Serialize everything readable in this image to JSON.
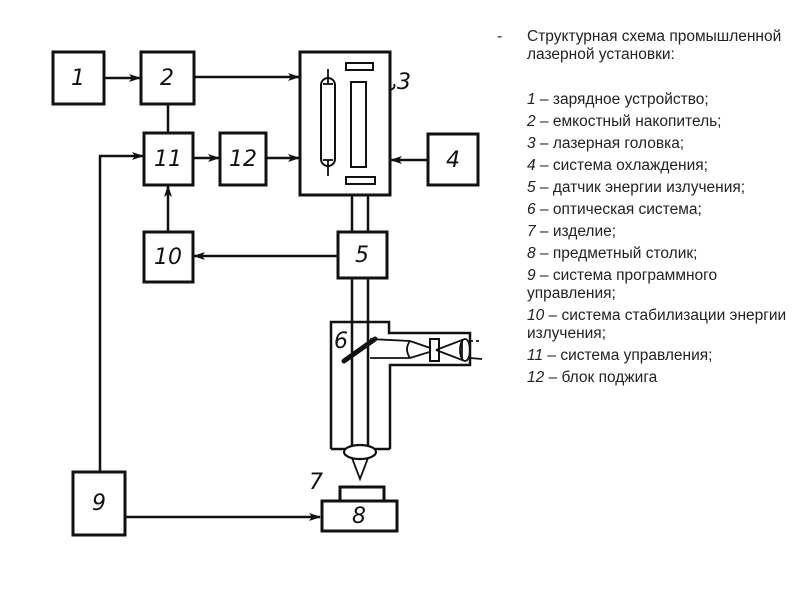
{
  "diagram": {
    "blocks": [
      {
        "id": "1",
        "label": "1"
      },
      {
        "id": "2",
        "label": "2"
      },
      {
        "id": "3",
        "label": "3"
      },
      {
        "id": "4",
        "label": "4"
      },
      {
        "id": "5",
        "label": "5"
      },
      {
        "id": "6",
        "label": "6"
      },
      {
        "id": "7",
        "label": "7"
      },
      {
        "id": "8",
        "label": "8"
      },
      {
        "id": "9",
        "label": "9"
      },
      {
        "id": "10",
        "label": "10"
      },
      {
        "id": "11",
        "label": "11"
      },
      {
        "id": "12",
        "label": "12"
      }
    ]
  },
  "legend": {
    "bullet": "-",
    "title": "Структурная схема промышленной лазерной установки:",
    "items": [
      {
        "num": "1",
        "sep": " – ",
        "text": "зарядное устройство;"
      },
      {
        "num": "2",
        "sep": " – ",
        "text": "емкостный накопитель;"
      },
      {
        "num": "3",
        "sep": " – ",
        "text": "лазерная головка;"
      },
      {
        "num": "4",
        "sep": " – ",
        "text": "система охлаждения;"
      },
      {
        "num": "5",
        "sep": " – ",
        "text": "датчик энергии излучения;"
      },
      {
        "num": "6",
        "sep": " – ",
        "text": "оптическая система;"
      },
      {
        "num": "7",
        "sep": " – ",
        "text": "изделие;"
      },
      {
        "num": "8",
        "sep": " – ",
        "text": "предметный столик;"
      },
      {
        "num": "9",
        "sep": " – ",
        "text": "система программного управления;"
      },
      {
        "num": "10",
        "sep": " – ",
        "text": "система стабилизации энергии излучения;"
      },
      {
        "num": "11",
        "sep": " – ",
        "text": "система управления;"
      },
      {
        "num": "12",
        "sep": " – ",
        "text": "блок поджига"
      }
    ]
  }
}
